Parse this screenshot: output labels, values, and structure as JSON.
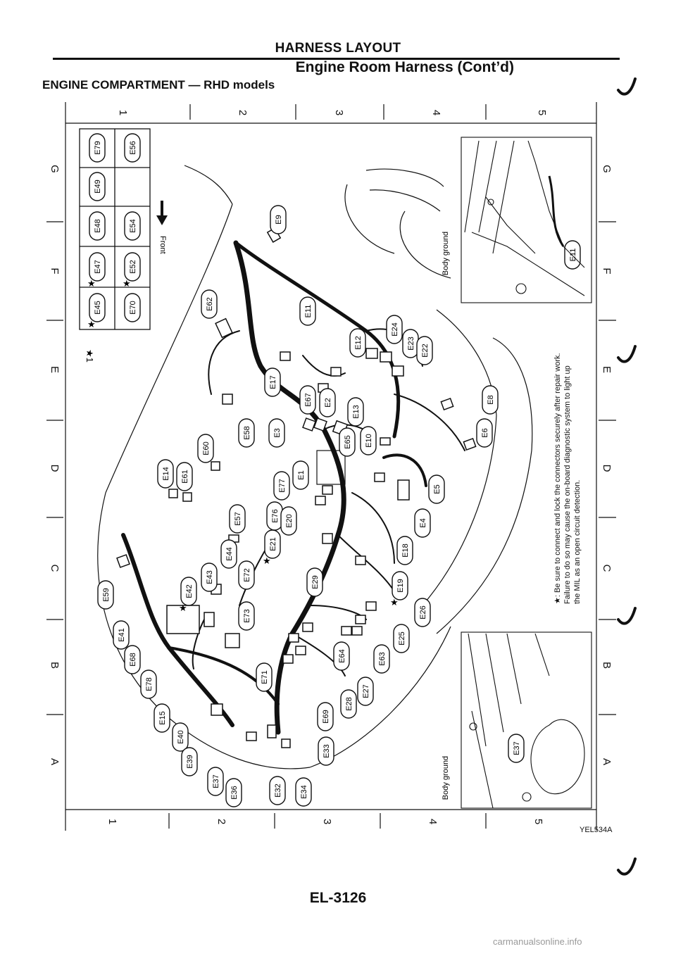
{
  "header": {
    "title": "HARNESS LAYOUT",
    "subtitle": "Engine Room Harness (Cont’d)",
    "section": "ENGINE COMPARTMENT — RHD models"
  },
  "grid": {
    "columns": [
      "1",
      "2",
      "3",
      "4",
      "5"
    ],
    "rows": [
      "G",
      "F",
      "E",
      "D",
      "C",
      "B",
      "A"
    ]
  },
  "connector_grid": {
    "row1": [
      "E79",
      "E49",
      "E48",
      "E47",
      "E45"
    ],
    "row2": [
      "E56",
      "E54",
      "E52",
      "E70"
    ],
    "star_items": [
      "E47",
      "E52",
      "E45"
    ],
    "star_note": "★1"
  },
  "front_label": "Front",
  "connectors": [
    "E9",
    "E62",
    "E11",
    "E12",
    "E24",
    "E23",
    "E22",
    "E17",
    "E67",
    "E2",
    "E13",
    "E8",
    "E58",
    "E3",
    "E10",
    "E65",
    "E6",
    "E60",
    "E14",
    "E61",
    "E1",
    "E77",
    "E5",
    "E76",
    "E57",
    "E20",
    "E21",
    "E4",
    "E18",
    "E44",
    "E43",
    "E72",
    "E42",
    "E29",
    "E19",
    "E73",
    "E59",
    "E26",
    "E41",
    "E68",
    "E25",
    "E64",
    "E63",
    "E78",
    "E71",
    "E27",
    "E15",
    "E69",
    "E28",
    "E40",
    "E33",
    "E39",
    "E37",
    "E36",
    "E32",
    "E34"
  ],
  "star_connectors": [
    "E42",
    "E21",
    "E19"
  ],
  "inset_top": {
    "body_ground": "Body ground",
    "connector": "E11"
  },
  "inset_bottom": {
    "body_ground": "Body ground",
    "connector": "E37"
  },
  "note": {
    "line1": "★: Be sure to connect and lock the connectors securely after repair work.",
    "line2": "Failure to do so may cause the on-board diagnostic system to light up",
    "line3": "the MIL as an open circuit detection."
  },
  "figure_code": "YEL534A",
  "page_number": "EL-3126",
  "watermark": "carmanualsonline.info",
  "colors": {
    "ink": "#111111",
    "paper": "#ffffff"
  }
}
